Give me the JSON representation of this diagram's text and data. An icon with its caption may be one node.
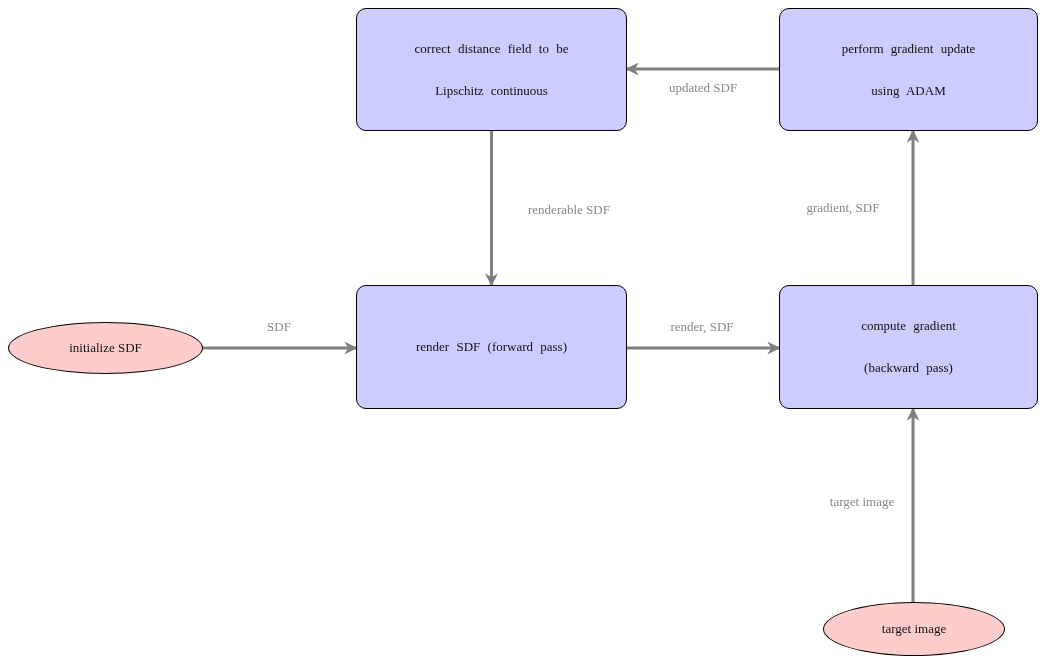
{
  "diagram": {
    "nodes": [
      {
        "text": [
          "correct distance field to be Lipschitz continuous"
        ]
      },
      {
        "text": [
          "perform gradient update using ADAM"
        ]
      },
      {
        "text": [
          "initialize SDF"
        ]
      },
      {
        "text": [
          "render SDF (forward pass)"
        ]
      },
      {
        "text": [
          "compute gradient (backward pass)"
        ]
      },
      {
        "text": [
          "target image"
        ]
      }
    ],
    "edges": [
      {
        "from": 1,
        "to": 0,
        "arrow": "to",
        "label": "updated SDF"
      },
      {
        "from": 0,
        "to": 3,
        "arrow": "to",
        "label": "renderable SDF"
      },
      {
        "from": 2,
        "to": 3,
        "arrow": "to",
        "label": "SDF"
      },
      {
        "from": 3,
        "to": 4,
        "arrow": "to",
        "label": "render, SDF"
      },
      {
        "from": 4,
        "to": 1,
        "arrow": "to",
        "label": "gradient, SDF"
      },
      {
        "from": 5,
        "to": 4,
        "arrow": "to",
        "label": "target image"
      }
    ]
  }
}
